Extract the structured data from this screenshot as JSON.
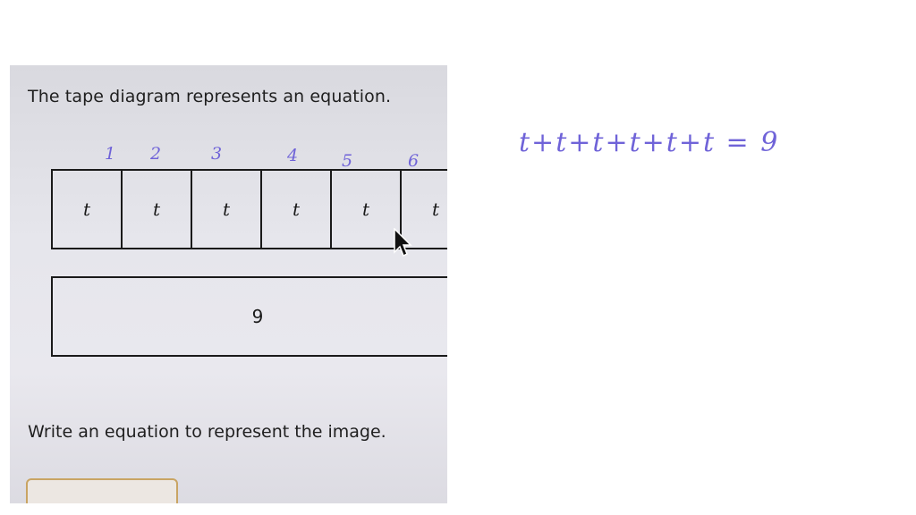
{
  "prompt": "The tape diagram represents an equation.",
  "count_labels": [
    "1",
    "2",
    "3",
    "4",
    "5",
    "6"
  ],
  "tape": {
    "cells": [
      "t",
      "t",
      "t",
      "t",
      "t",
      "t"
    ],
    "total": "9"
  },
  "question": "Write an equation to represent the image.",
  "handwritten_equation": "t+t+t+t+t+t = 9",
  "colors": {
    "ink": "#6f63d8",
    "answer_border": "#c9a463"
  }
}
